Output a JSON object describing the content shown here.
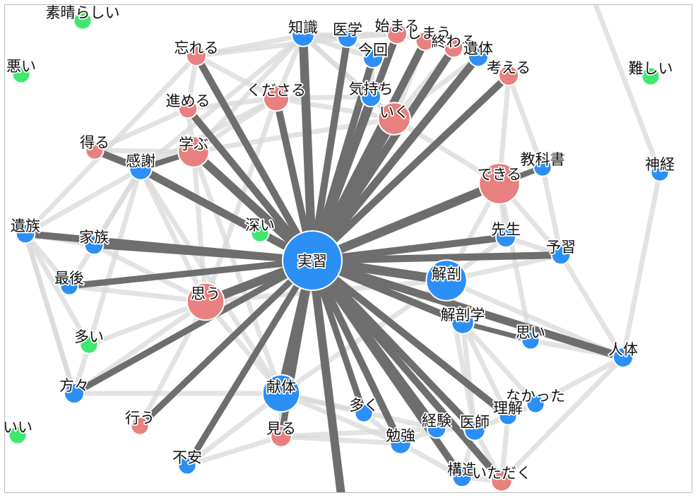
{
  "colors": {
    "noun": "#2b8ff5",
    "verb": "#e98080",
    "adjective": "#3fe86e",
    "edge_strong": "#6e6e6e",
    "edge_weak": "#d9d9d9",
    "border": "#bdbdbd"
  },
  "nodes": [
    {
      "id": "jisshu",
      "label": "実習",
      "type": "noun",
      "weight": 1.0
    },
    {
      "id": "kaibou",
      "label": "解剖",
      "type": "noun",
      "weight": 0.62
    },
    {
      "id": "kentai",
      "label": "献体",
      "type": "noun",
      "weight": 0.55
    },
    {
      "id": "dekiru",
      "label": "できる",
      "type": "verb",
      "weight": 0.62
    },
    {
      "id": "omou",
      "label": "思う",
      "type": "verb",
      "weight": 0.55
    },
    {
      "id": "iku",
      "label": "いく",
      "type": "verb",
      "weight": 0.45
    },
    {
      "id": "manabu",
      "label": "学ぶ",
      "type": "verb",
      "weight": 0.42
    },
    {
      "id": "kudasaru",
      "label": "くださる",
      "type": "verb",
      "weight": 0.32
    },
    {
      "id": "chishiki",
      "label": "知識",
      "type": "noun",
      "weight": 0.25
    },
    {
      "id": "igaku",
      "label": "医学",
      "type": "noun",
      "weight": 0.2
    },
    {
      "id": "hajimaru",
      "label": "始まる",
      "type": "verb",
      "weight": 0.2
    },
    {
      "id": "shimau",
      "label": "しまう",
      "type": "verb",
      "weight": 0.18
    },
    {
      "id": "owaru",
      "label": "終わる",
      "type": "verb",
      "weight": 0.18
    },
    {
      "id": "itai",
      "label": "遺体",
      "type": "noun",
      "weight": 0.2
    },
    {
      "id": "konkai",
      "label": "今回",
      "type": "noun",
      "weight": 0.2
    },
    {
      "id": "wasureru",
      "label": "忘れる",
      "type": "verb",
      "weight": 0.2
    },
    {
      "id": "kangaeru",
      "label": "考える",
      "type": "verb",
      "weight": 0.2
    },
    {
      "id": "kimochi",
      "label": "気持ち",
      "type": "noun",
      "weight": 0.2
    },
    {
      "id": "susumeru",
      "label": "進める",
      "type": "verb",
      "weight": 0.18
    },
    {
      "id": "eru",
      "label": "得る",
      "type": "verb",
      "weight": 0.16
    },
    {
      "id": "kansha",
      "label": "感謝",
      "type": "noun",
      "weight": 0.25
    },
    {
      "id": "kyoukasho",
      "label": "教科書",
      "type": "noun",
      "weight": 0.16
    },
    {
      "id": "shinkei",
      "label": "神経",
      "type": "noun",
      "weight": 0.16
    },
    {
      "id": "izoku",
      "label": "遺族",
      "type": "noun",
      "weight": 0.18
    },
    {
      "id": "kazoku",
      "label": "家族",
      "type": "noun",
      "weight": 0.18
    },
    {
      "id": "fukai",
      "label": "深い",
      "type": "adjective",
      "weight": 0.16
    },
    {
      "id": "sensei",
      "label": "先生",
      "type": "noun",
      "weight": 0.2
    },
    {
      "id": "yoshuu",
      "label": "予習",
      "type": "noun",
      "weight": 0.18
    },
    {
      "id": "saigo",
      "label": "最後",
      "type": "noun",
      "weight": 0.16
    },
    {
      "id": "kaibougaku",
      "label": "解剖学",
      "type": "noun",
      "weight": 0.25
    },
    {
      "id": "omoi",
      "label": "思い",
      "type": "noun",
      "weight": 0.16
    },
    {
      "id": "ooi",
      "label": "多い",
      "type": "adjective",
      "weight": 0.16
    },
    {
      "id": "jintai",
      "label": "人体",
      "type": "noun",
      "weight": 0.2
    },
    {
      "id": "katagata",
      "label": "方々",
      "type": "noun",
      "weight": 0.2
    },
    {
      "id": "nakatta",
      "label": "なかった",
      "type": "noun",
      "weight": 0.16
    },
    {
      "id": "ooku",
      "label": "多く",
      "type": "noun",
      "weight": 0.16
    },
    {
      "id": "rikai",
      "label": "理解",
      "type": "noun",
      "weight": 0.16
    },
    {
      "id": "okonau",
      "label": "行う",
      "type": "verb",
      "weight": 0.16
    },
    {
      "id": "keiken",
      "label": "経験",
      "type": "noun",
      "weight": 0.18
    },
    {
      "id": "ishi",
      "label": "医師",
      "type": "noun",
      "weight": 0.22
    },
    {
      "id": "miru",
      "label": "見る",
      "type": "verb",
      "weight": 0.22
    },
    {
      "id": "benkyou",
      "label": "勉強",
      "type": "noun",
      "weight": 0.22
    },
    {
      "id": "fuan",
      "label": "不安",
      "type": "noun",
      "weight": 0.16
    },
    {
      "id": "kouzou",
      "label": "構造",
      "type": "noun",
      "weight": 0.18
    },
    {
      "id": "itadaku",
      "label": "いただく",
      "type": "verb",
      "weight": 0.22
    },
    {
      "id": "subarashii",
      "label": "素晴らしい",
      "type": "adjective",
      "weight": 0.16
    },
    {
      "id": "warui",
      "label": "悪い",
      "type": "adjective",
      "weight": 0.16
    },
    {
      "id": "muzukashii",
      "label": "難しい",
      "type": "adjective",
      "weight": 0.16
    },
    {
      "id": "ii",
      "label": "いい",
      "type": "adjective",
      "weight": 0.16
    }
  ],
  "edges_strong": [
    [
      "jisshu",
      "kaibou",
      0.9
    ],
    [
      "jisshu",
      "kentai",
      0.9
    ],
    [
      "jisshu",
      "dekiru",
      0.85
    ],
    [
      "jisshu",
      "omou",
      0.85
    ],
    [
      "jisshu",
      "iku",
      0.85
    ],
    [
      "jisshu",
      "manabu",
      0.8
    ],
    [
      "jisshu",
      "kudasaru",
      0.6
    ],
    [
      "jisshu",
      "chishiki",
      0.85
    ],
    [
      "jisshu",
      "igaku",
      0.6
    ],
    [
      "jisshu",
      "hajimaru",
      0.6
    ],
    [
      "jisshu",
      "shimau",
      0.7
    ],
    [
      "jisshu",
      "owaru",
      0.7
    ],
    [
      "jisshu",
      "itai",
      0.7
    ],
    [
      "jisshu",
      "konkai",
      0.6
    ],
    [
      "jisshu",
      "wasureru",
      0.6
    ],
    [
      "jisshu",
      "kangaeru",
      0.6
    ],
    [
      "jisshu",
      "kimochi",
      0.6
    ],
    [
      "jisshu",
      "susumeru",
      0.6
    ],
    [
      "jisshu",
      "kansha",
      0.7
    ],
    [
      "jisshu",
      "izoku",
      0.6
    ],
    [
      "jisshu",
      "kazoku",
      0.5
    ],
    [
      "jisshu",
      "sensei",
      0.6
    ],
    [
      "jisshu",
      "yoshuu",
      0.6
    ],
    [
      "jisshu",
      "saigo",
      0.5
    ],
    [
      "jisshu",
      "kaibougaku",
      0.6
    ],
    [
      "jisshu",
      "jintai",
      0.7
    ],
    [
      "jisshu",
      "katagata",
      0.5
    ],
    [
      "jisshu",
      "ooku",
      0.5
    ],
    [
      "jisshu",
      "rikai",
      0.6
    ],
    [
      "jisshu",
      "okonau",
      0.5
    ],
    [
      "jisshu",
      "keiken",
      0.6
    ],
    [
      "jisshu",
      "ishi",
      0.6
    ],
    [
      "jisshu",
      "miru",
      0.5
    ],
    [
      "jisshu",
      "benkyou",
      0.6
    ],
    [
      "jisshu",
      "fuan",
      0.5
    ],
    [
      "jisshu",
      "kouzou",
      0.6
    ],
    [
      "jisshu",
      "itadaku",
      0.6
    ],
    [
      "jisshu",
      "bottom",
      0.8
    ],
    [
      "jisshu",
      "fukai",
      0.3
    ],
    [
      "eru",
      "kansha",
      0.6
    ],
    [
      "kansha",
      "manabu",
      0.4
    ],
    [
      "kaibougaku",
      "omoi",
      0.3
    ],
    [
      "dekiru",
      "kyoukasho",
      0.4
    ]
  ],
  "edges_weak": [
    [
      "wasureru",
      "chishiki"
    ],
    [
      "wasureru",
      "kudasaru"
    ],
    [
      "wasureru",
      "susumeru"
    ],
    [
      "wasureru",
      "igaku"
    ],
    [
      "chishiki",
      "igaku"
    ],
    [
      "chishiki",
      "hajimaru"
    ],
    [
      "chishiki",
      "kudasaru"
    ],
    [
      "chishiki",
      "konkai"
    ],
    [
      "chishiki",
      "kimochi"
    ],
    [
      "chishiki",
      "manabu"
    ],
    [
      "chishiki",
      "kansha"
    ],
    [
      "chishiki",
      "iku"
    ],
    [
      "igaku",
      "hajimaru"
    ],
    [
      "igaku",
      "konkai"
    ],
    [
      "hajimaru",
      "shimau"
    ],
    [
      "shimau",
      "owaru"
    ],
    [
      "owaru",
      "itai"
    ],
    [
      "itai",
      "kangaeru"
    ],
    [
      "konkai",
      "kimochi"
    ],
    [
      "kimochi",
      "iku"
    ],
    [
      "kimochi",
      "kudasaru"
    ],
    [
      "kudasaru",
      "susumeru"
    ],
    [
      "kudasaru",
      "manabu"
    ],
    [
      "kudasaru",
      "iku"
    ],
    [
      "susumeru",
      "manabu"
    ],
    [
      "susumeru",
      "eru"
    ],
    [
      "eru",
      "manabu"
    ],
    [
      "kansha",
      "izoku"
    ],
    [
      "kansha",
      "kazoku"
    ],
    [
      "kansha",
      "omou"
    ],
    [
      "kansha",
      "kentai"
    ],
    [
      "kansha",
      "saigo"
    ],
    [
      "kansha",
      "ooi"
    ],
    [
      "izoku",
      "kazoku"
    ],
    [
      "izoku",
      "saigo"
    ],
    [
      "izoku",
      "katagata"
    ],
    [
      "izoku",
      "ooi"
    ],
    [
      "izoku",
      "wasureru"
    ],
    [
      "kazoku",
      "omou"
    ],
    [
      "saigo",
      "omou"
    ],
    [
      "ooi",
      "omou"
    ],
    [
      "ooi",
      "katagata"
    ],
    [
      "katagata",
      "omou"
    ],
    [
      "katagata",
      "kentai"
    ],
    [
      "okonau",
      "omou"
    ],
    [
      "omou",
      "kentai"
    ],
    [
      "omou",
      "manabu"
    ],
    [
      "omou",
      "kudasaru"
    ],
    [
      "omou",
      "kaibou"
    ],
    [
      "kentai",
      "miru"
    ],
    [
      "kentai",
      "ooku"
    ],
    [
      "kentai",
      "benkyou"
    ],
    [
      "kentai",
      "kaibou"
    ],
    [
      "kentai",
      "fuan"
    ],
    [
      "miru",
      "benkyou"
    ],
    [
      "miru",
      "keiken"
    ],
    [
      "ooku",
      "benkyou"
    ],
    [
      "benkyou",
      "keiken"
    ],
    [
      "benkyou",
      "kouzou"
    ],
    [
      "keiken",
      "ishi"
    ],
    [
      "ishi",
      "rikai"
    ],
    [
      "ishi",
      "kouzou"
    ],
    [
      "ishi",
      "itadaku"
    ],
    [
      "rikai",
      "nakatta"
    ],
    [
      "nakatta",
      "jintai"
    ],
    [
      "jintai",
      "yoshuu"
    ],
    [
      "jintai",
      "omoi"
    ],
    [
      "jintai",
      "itadaku"
    ],
    [
      "jintai",
      "kaibou"
    ],
    [
      "kaibou",
      "kaibougaku"
    ],
    [
      "kaibou",
      "sensei"
    ],
    [
      "kaibou",
      "dekiru"
    ],
    [
      "kaibou",
      "yoshuu"
    ],
    [
      "kaibou",
      "ishi"
    ],
    [
      "kaibougaku",
      "nakatta"
    ],
    [
      "kaibougaku",
      "ishi"
    ],
    [
      "kaibougaku",
      "rikai"
    ],
    [
      "sensei",
      "yoshuu"
    ],
    [
      "sensei",
      "dekiru"
    ],
    [
      "dekiru",
      "iku"
    ],
    [
      "dekiru",
      "kangaeru"
    ],
    [
      "dekiru",
      "omoi"
    ],
    [
      "dekiru",
      "yoshuu"
    ],
    [
      "iku",
      "owaru"
    ],
    [
      "iku",
      "itai"
    ],
    [
      "iku",
      "shimau"
    ],
    [
      "iku",
      "manabu"
    ],
    [
      "kangaeru",
      "kyoukasho"
    ],
    [
      "kouzou",
      "itadaku"
    ],
    [
      "itadaku",
      "rikai"
    ],
    [
      "fuan",
      "miru"
    ],
    [
      "shinkei",
      "top-right"
    ],
    [
      "shinkei",
      "jintai"
    ],
    [
      "kyoukasho",
      "yoshuu"
    ],
    [
      "izoku",
      "katagata"
    ],
    [
      "kansha",
      "kudasaru"
    ],
    [
      "manabu",
      "kentai"
    ],
    [
      "kentai",
      "keiken"
    ]
  ]
}
